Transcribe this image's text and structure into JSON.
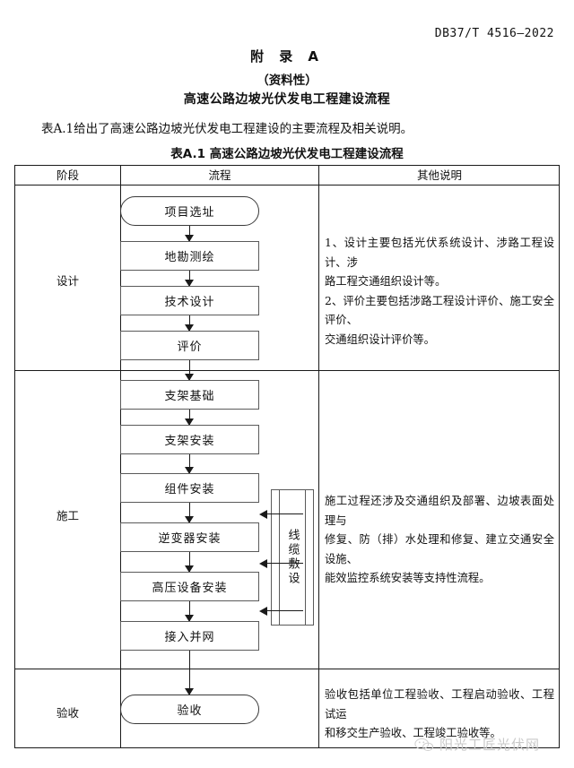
{
  "document": {
    "standard_code": "DB37/T 4516—2022",
    "appendix_title": "附 录 A",
    "appendix_kind": "（资料性）",
    "appendix_subject": "高速公路边坡光伏发电工程建设流程",
    "intro_paragraph": "表A.1给出了高速公路边坡光伏发电工程建设的主要流程及相关说明。",
    "table_caption": "表A.1 高速公路边坡光伏发电工程建设流程"
  },
  "table": {
    "headers": {
      "stage": "阶段",
      "flow": "流程",
      "note": "其他说明"
    },
    "rows": [
      {
        "stage": "设计",
        "nodes": [
          {
            "label": "项目选址",
            "shape": "stadium"
          },
          {
            "label": "地勘测绘",
            "shape": "rect"
          },
          {
            "label": "技术设计",
            "shape": "rect"
          },
          {
            "label": "评价",
            "shape": "rect"
          }
        ],
        "note_lines": [
          "1、设计主要包括光伏系统设计、涉路工程设计、涉",
          "路工程交通组织设计等。",
          "2、评价主要包括涉路工程设计评价、施工安全评价、",
          "交通组织设计评价等。"
        ]
      },
      {
        "stage": "施工",
        "nodes": [
          {
            "label": "支架基础",
            "shape": "rect"
          },
          {
            "label": "支架安装",
            "shape": "rect"
          },
          {
            "label": "组件安装",
            "shape": "rect"
          },
          {
            "label": "逆变器安装",
            "shape": "rect"
          },
          {
            "label": "高压设备安装",
            "shape": "rect"
          },
          {
            "label": "接入并网",
            "shape": "rect"
          }
        ],
        "side_process": "线缆敷设",
        "note_lines": [
          "施工过程还涉及交通组织及部署、边坡表面处理与",
          "修复、防（排）水处理和修复、建立交通安全设施、",
          "能效监控系统安装等支持性流程。"
        ]
      },
      {
        "stage": "验收",
        "nodes": [
          {
            "label": "验收",
            "shape": "stadium"
          }
        ],
        "note_lines": [
          "验收包括单位工程验收、工程启动验收、工程试运",
          "和移交生产验收、工程竣工验收等。"
        ]
      }
    ]
  },
  "watermark": {
    "text": "阳光工匠光伏网",
    "icon": "wechat-icon",
    "color": "#c9c9c9"
  }
}
